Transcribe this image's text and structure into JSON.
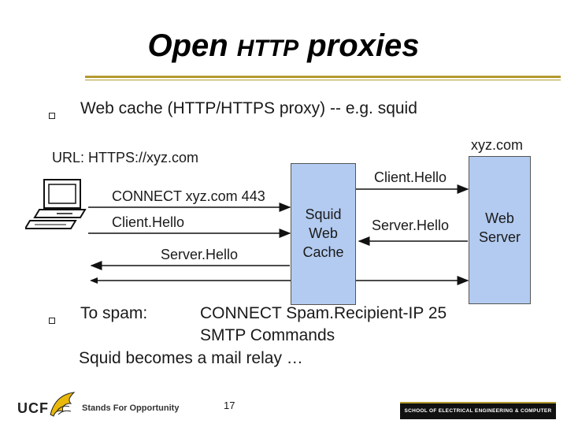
{
  "slide": {
    "title_a": "Open ",
    "title_b": "HTTP",
    "title_c": " proxies",
    "bullet1": "Web cache  (HTTP/HTTPS proxy)   --  e.g. squid",
    "url_label": "URL: HTTPS://xyz.com",
    "server_name": "xyz.com",
    "msg_connect": "CONNECT xyz.com 443",
    "msg_client_hello_left": "Client.Hello",
    "msg_server_hello_left": "Server.Hello",
    "msg_client_hello_right": "Client.Hello",
    "msg_server_hello_right": "Server.Hello",
    "squid_box": [
      "Squid",
      "Web",
      "Cache"
    ],
    "web_server_box": [
      "Web",
      "Server"
    ],
    "bullet2_label": "To spam:",
    "bullet2_line1": "CONNECT Spam.Recipient-IP 25",
    "bullet2_line2": "SMTP Commands",
    "bullet2_line3": "Squid becomes a mail relay …",
    "page_number": "17"
  },
  "footer": {
    "logo_text": "UCF",
    "tagline": "Stands For Opportunity",
    "school": "SCHOOL OF ELECTRICAL ENGINEERING & COMPUTER SCIENCE"
  },
  "colors": {
    "box_fill": "#b3cbf0",
    "rule_gold": "#b39a2e"
  }
}
